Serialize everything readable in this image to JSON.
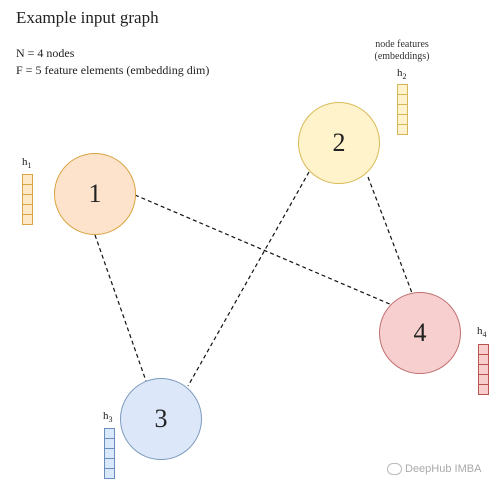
{
  "diagram": {
    "title": "Example input graph",
    "info_n": "N = 4 nodes",
    "info_f": "F  = 5 feature elements (embedding dim)",
    "feature_caption_line1": "node features",
    "feature_caption_line2": "(embeddings)",
    "nodes": [
      {
        "id": "1",
        "label": "1",
        "h_base": "h",
        "h_sub": "1",
        "color": "#fde3cc"
      },
      {
        "id": "2",
        "label": "2",
        "h_base": "h",
        "h_sub": "2",
        "color": "#fff3cc"
      },
      {
        "id": "3",
        "label": "3",
        "h_base": "h",
        "h_sub": "3",
        "color": "#dce8fa"
      },
      {
        "id": "4",
        "label": "4",
        "h_base": "h",
        "h_sub": "4",
        "color": "#f8cfcf"
      }
    ],
    "edges": [
      {
        "from": "1",
        "to": "4"
      },
      {
        "from": "1",
        "to": "3"
      },
      {
        "from": "2",
        "to": "3"
      },
      {
        "from": "2",
        "to": "4"
      }
    ],
    "feature_elements": 5,
    "watermark": "DeepHub IMBA"
  }
}
